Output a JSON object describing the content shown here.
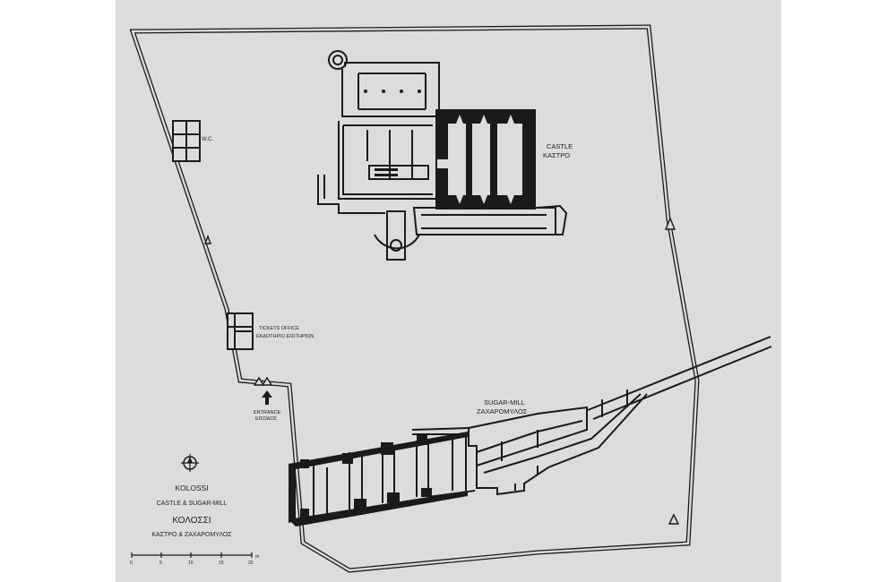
{
  "colors": {
    "paper": "#dcdcdc",
    "margin": "#ffffff",
    "ink": "#1a1a1a"
  },
  "labels": {
    "wc": "W.C.",
    "castle_en": "CASTLE",
    "castle_gr": "ΚΑΣΤΡΟ",
    "ticket_en": "TICKETS OFFICE",
    "ticket_gr": "ΕΚΔΟΤΗΡΙΟ ΕΙΣΙΤΗΡΙΩΝ",
    "entrance_en": "ENTRANCE",
    "entrance_gr": "ΕΙΣΟΔΟΣ",
    "sugar_en": "SUGAR-MILL",
    "sugar_gr": "ΖΑΧΑΡΟΜΥΛΟΣ"
  },
  "legend": {
    "title_en": "KOLOSSI",
    "subtitle_en": "CASTLE & SUGAR-MILL",
    "title_gr": "ΚΟΛΟΣΣΙ",
    "subtitle_gr": "ΚΑΣΤΡΟ & ΖΑΧΑΡΟΜΥΛΟΣ",
    "icon": "north-compass-icon"
  },
  "scale_bar": {
    "ticks": [
      "0",
      "5",
      "10",
      "15",
      "20"
    ],
    "unit": "m"
  }
}
